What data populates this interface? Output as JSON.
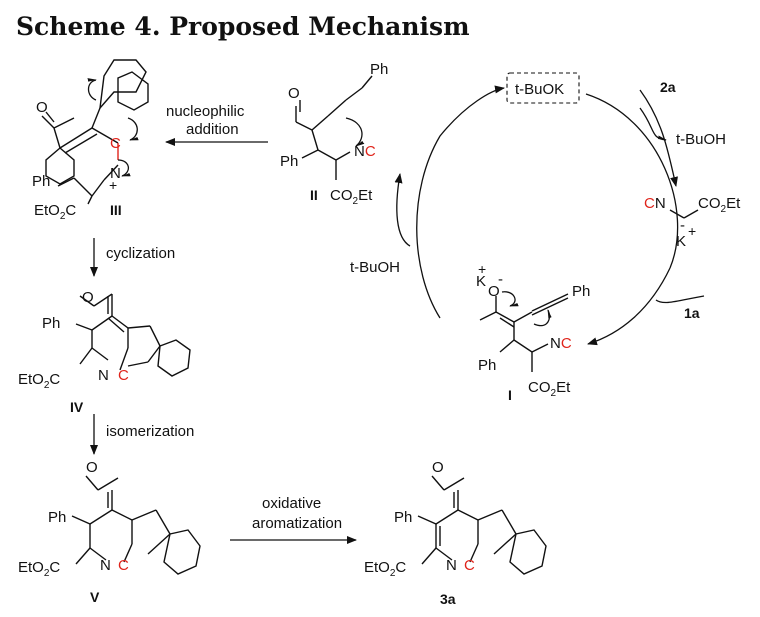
{
  "title": "Scheme 4. Proposed Mechanism",
  "compounds": {
    "III": "III",
    "II": "II",
    "IV": "IV",
    "V": "V",
    "I": "I",
    "product": "3a"
  },
  "steps": {
    "nucleophilic_1": "nucleophilic",
    "nucleophilic_2": "addition",
    "cyclization": "cyclization",
    "isomerization": "isomerization",
    "oxidative_1": "oxidative",
    "oxidative_2": "aromatization"
  },
  "cycle": {
    "catalyst": "t-BuOK",
    "reagent_2a": "2a",
    "reagent_1a": "1a",
    "byproduct_top": "t-BuOH",
    "byproduct_left": "t-BuOH"
  },
  "atoms": {
    "O": "O",
    "Ph": "Ph",
    "N": "N",
    "C": "C",
    "K": "K",
    "plus": "+",
    "minus": "-",
    "EtO2C": "EtO",
    "CO2Et": "CO",
    "sub2": "2",
    "Et": "Et",
    "C_after": "C"
  }
}
